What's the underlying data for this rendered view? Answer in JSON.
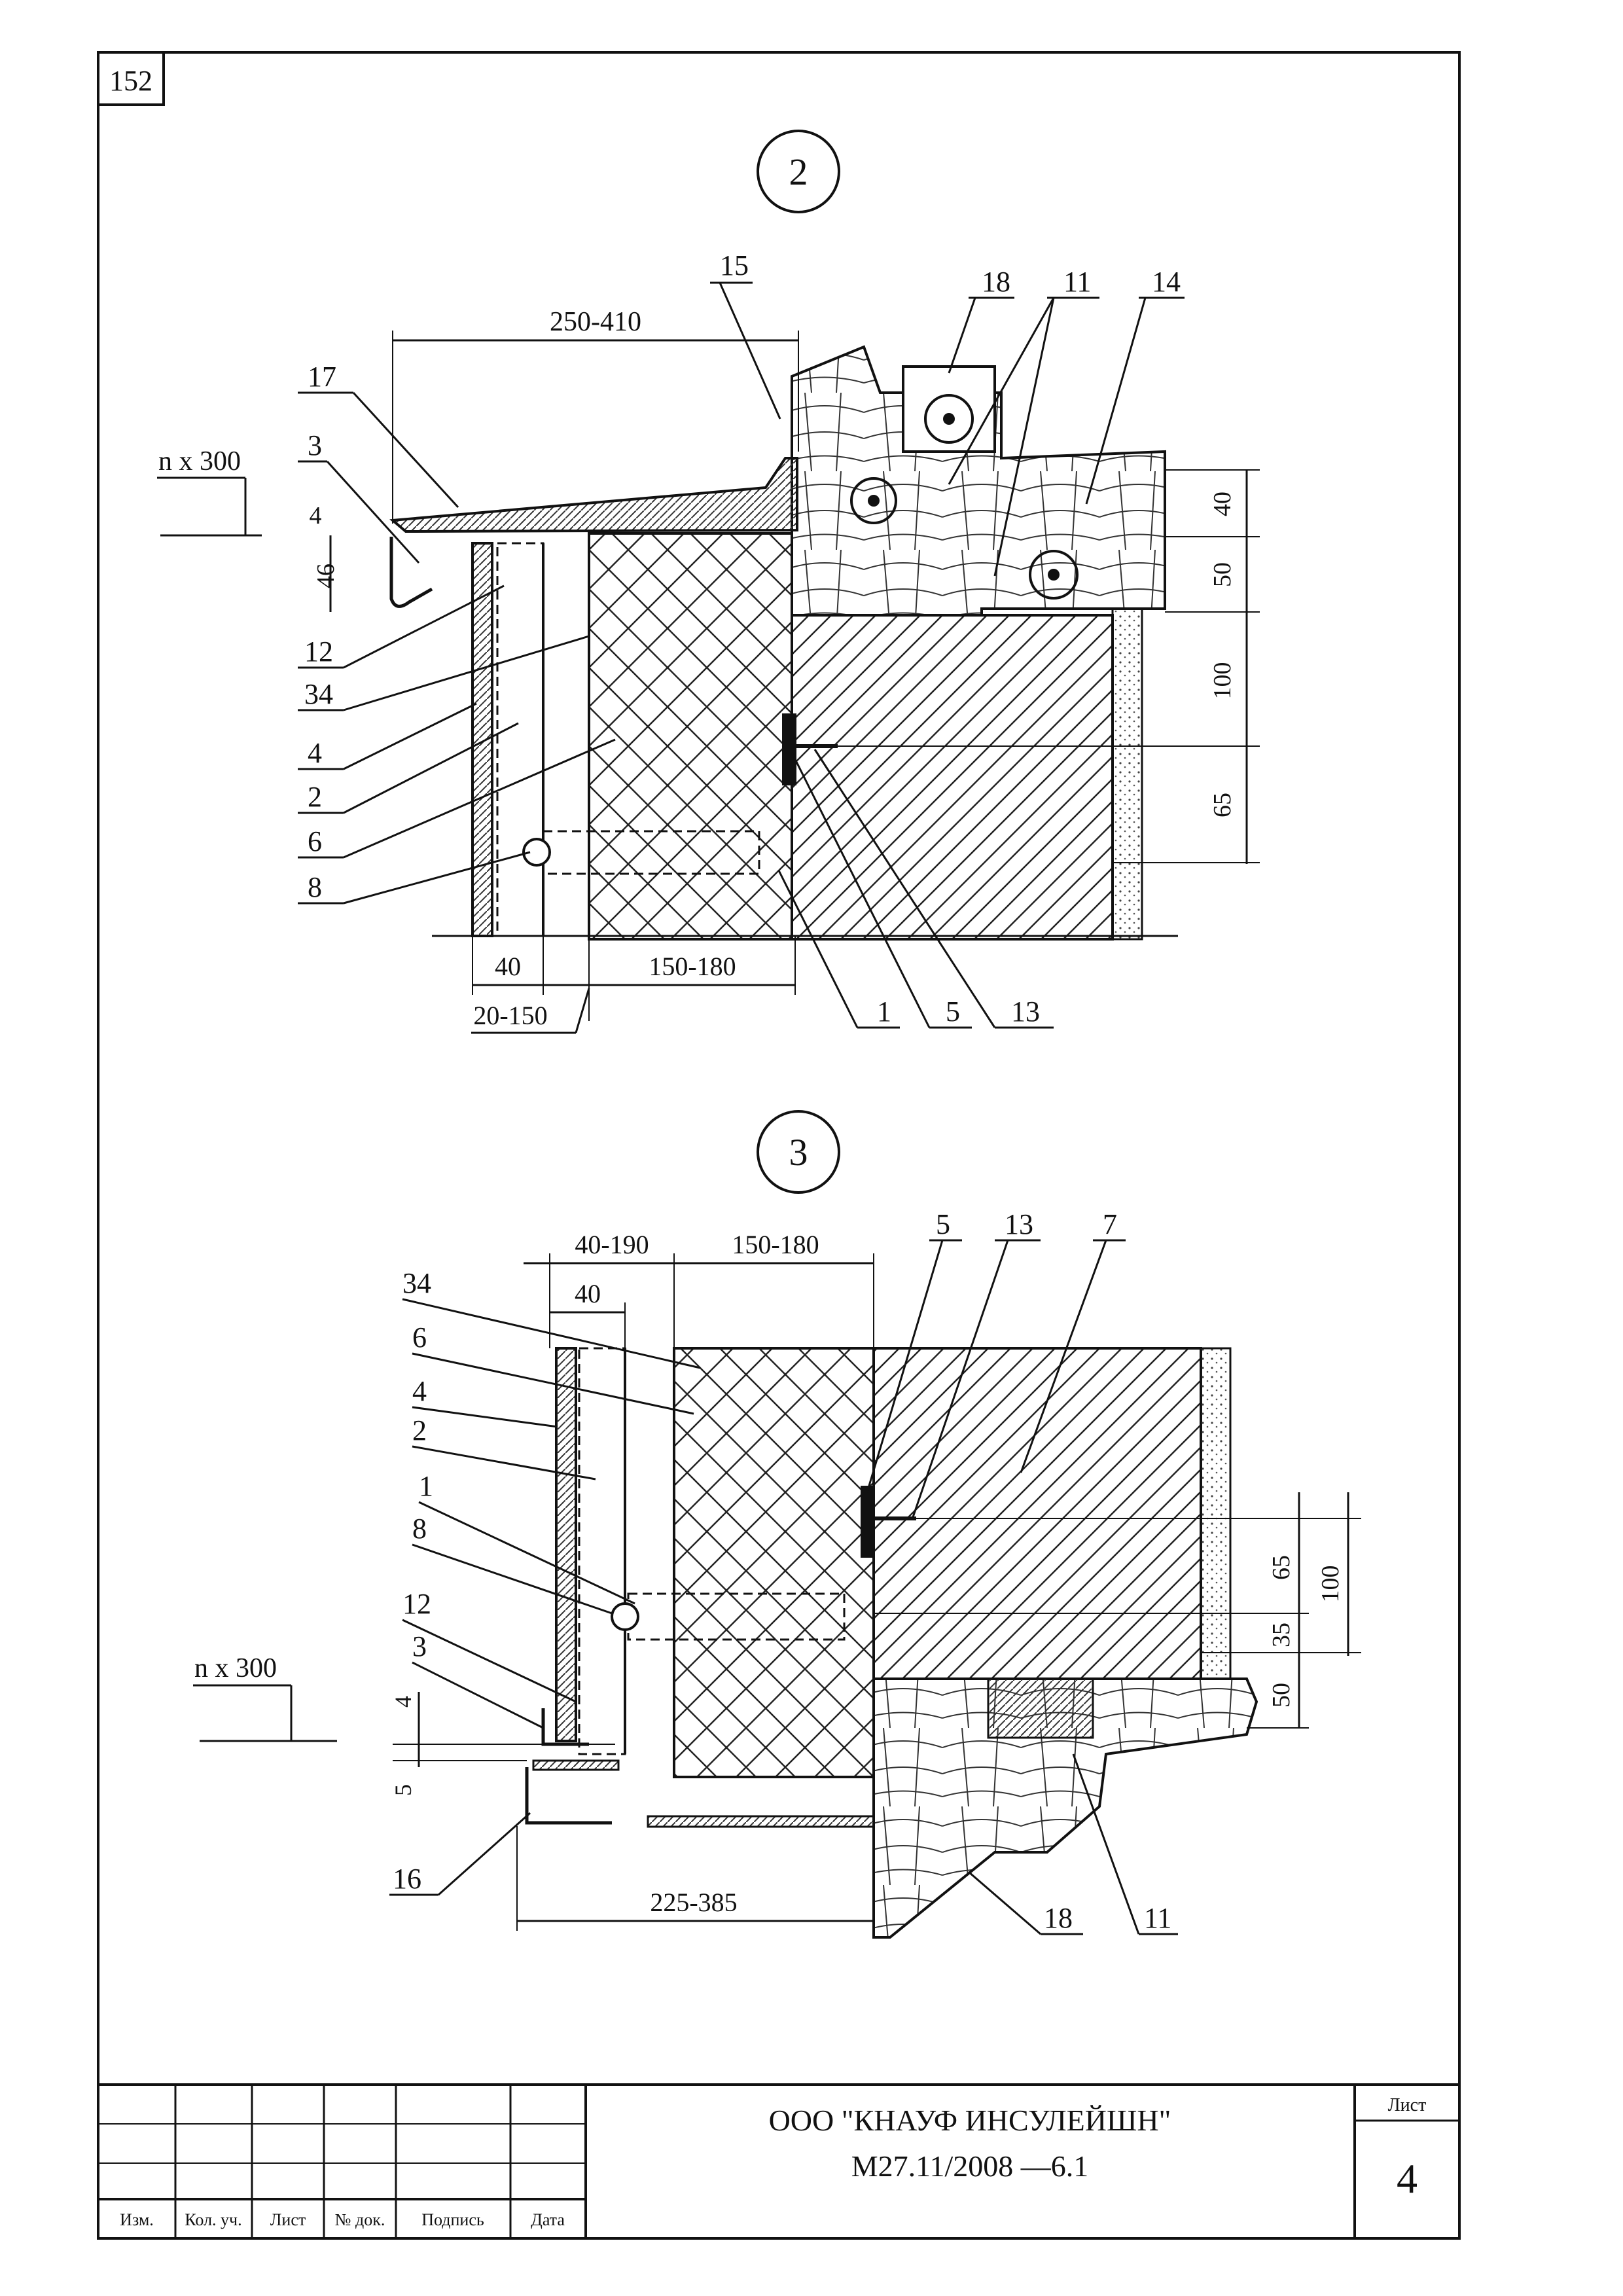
{
  "sheet": {
    "corner_number": "152"
  },
  "detail_2": {
    "label": "2",
    "callouts": [
      "15",
      "18",
      "11",
      "14",
      "17",
      "3",
      "12",
      "34",
      "4",
      "2",
      "6",
      "8",
      "1",
      "5",
      "13"
    ],
    "dim_top": "250-410",
    "dim_left_level": "n x 300",
    "dim_4": "4",
    "dim_46": "46",
    "dim_40_right": "40",
    "dim_50_right": "50",
    "dim_100_right": "100",
    "dim_65_right": "65",
    "dim_40_bottom": "40",
    "dim_150_180": "150-180",
    "dim_20_150": "20-150"
  },
  "detail_3": {
    "label": "3",
    "callouts": [
      "34",
      "6",
      "4",
      "2",
      "1",
      "8",
      "12",
      "3",
      "5",
      "13",
      "7",
      "16",
      "18",
      "11"
    ],
    "dim_40_190": "40-190",
    "dim_40": "40",
    "dim_150_180": "150-180",
    "dim_level": "n x 300",
    "dim_4": "4",
    "dim_5": "5",
    "dim_65": "65",
    "dim_100": "100",
    "dim_35": "35",
    "dim_50": "50",
    "dim_225_385": "225-385"
  },
  "title_block": {
    "col_headers": [
      "Изм.",
      "Кол. уч.",
      "Лист",
      "№ док.",
      "Подпись",
      "Дата"
    ],
    "company": "ООО \"КНАУФ ИНСУЛЕЙШН\"",
    "doc_code": "М27.11/2008 —6.1",
    "sheet_label": "Лист",
    "sheet_number": "4"
  }
}
